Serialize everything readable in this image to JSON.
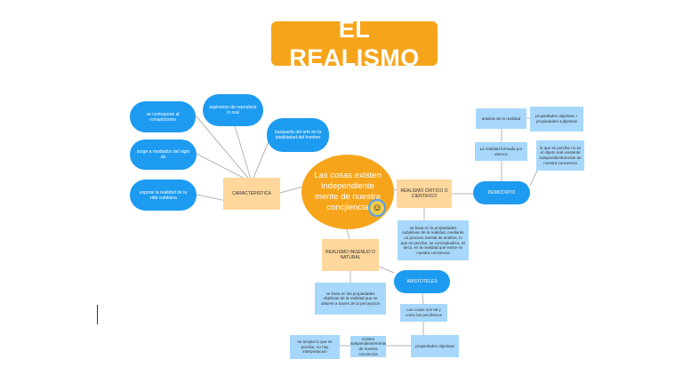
{
  "title": "EL REALISMO",
  "center": "Las cosas existen independiente mente de nuestra concjiencia",
  "characteristics": {
    "hub": "CARACTERISTICA",
    "items": [
      "se contrapone al romanticismo",
      "aspiracion de reproducir lo real",
      "busqueda del arte en la totalidadad del hombre",
      "surge a mediados del siglo xix",
      "expone la realidad de la vida cotidiana"
    ]
  },
  "scientific": {
    "hub": "REALISMO CRITICO O CIENTIFICO",
    "description": "se basa en la propiedades subjetivas de la realidad, mediante un proceso mental de analisis, lo que se percibe, se conceptualiza, es decir, es la realidad que existe en nuestra conciencia",
    "democrito": "DEMOCRITO",
    "atoms": "La realidad formada por atomos",
    "perceived": "lo que se percibe no es el objeto real existente independientemente de nuestra conciencia",
    "analysis": "analisis de la realidad",
    "properties": "propiedades objetivas + propiedades subjetivas"
  },
  "naive": {
    "hub": "REALISMO INGENUO O NATURAL",
    "description": "se basa en las propiedades objetivas de la realidad que se obtiene a traves de la percepcion",
    "aristotle": "ARISTOTELES",
    "as_perceived": "Las cosas son tal y como las percibimos",
    "objective": "propiedades objetivas",
    "independent": "existen independientemente de nuestra conciencia",
    "accepted": "se acepta lo que se percibe, no hay interpretacion"
  }
}
